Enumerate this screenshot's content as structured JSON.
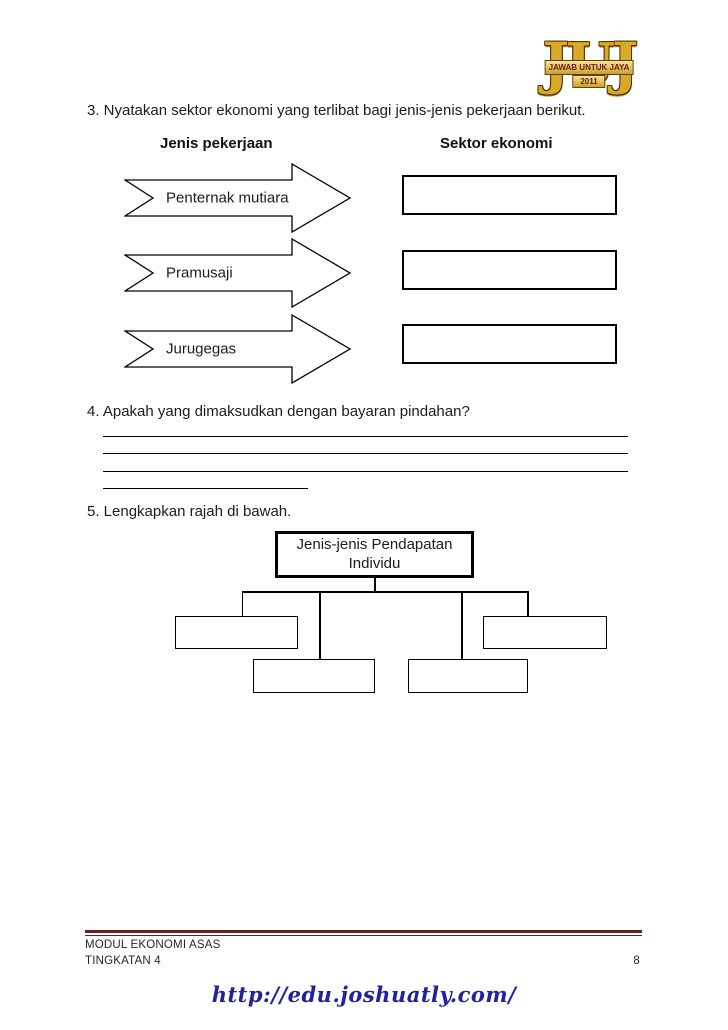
{
  "logo": {
    "initials": "JUJ",
    "banner": "JAWAB UNTUK JAYA",
    "year": "2011"
  },
  "q3": {
    "prompt": "3. Nyatakan sektor ekonomi yang terlibat bagi jenis-jenis pekerjaan berikut.",
    "left_header": "Jenis pekerjaan",
    "right_header": "Sektor ekonomi",
    "jobs": [
      "Penternak mutiara",
      "Pramusaji",
      "Jurugegas"
    ]
  },
  "q4": {
    "prompt": "4. Apakah yang dimaksudkan dengan bayaran pindahan?"
  },
  "q5": {
    "prompt": "5. Lengkapkan rajah di bawah.",
    "root_label": "Jenis-jenis Pendapatan Individu"
  },
  "footer": {
    "module": "MODUL EKONOMI ASAS",
    "grade": "TINGKATAN 4",
    "page_number": "8",
    "url": "http://edu.joshuatly.com/"
  },
  "colors": {
    "rule_maroon": "#632423",
    "url_blue": "#22229e",
    "logo_gold": "#d9a927"
  }
}
